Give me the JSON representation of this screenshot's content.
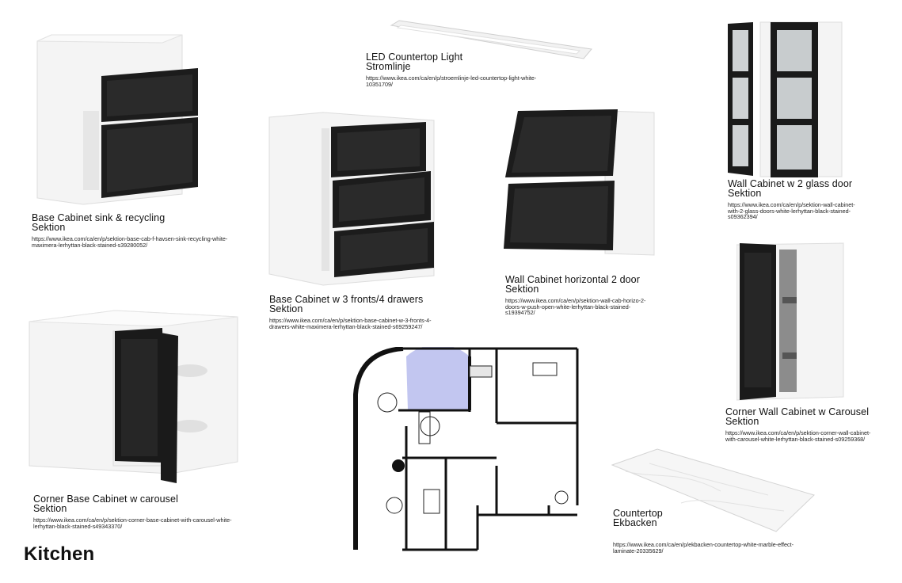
{
  "page": {
    "heading": "Kitchen"
  },
  "items": [
    {
      "id": "base-sink",
      "title1": "Base Cabinet sink & recycling",
      "title2": "Sektion",
      "url": "https://www.ikea.com/ca/en/p/sektion-base-cab-f-havsen-sink-recycling-white-maximera-lerhyttan-black-stained-s39280052/"
    },
    {
      "id": "led",
      "title1": "LED Countertop Light",
      "title2": "Stromlinje",
      "url": "https://www.ikea.com/ca/en/p/stroemlinje-led-countertop-light-white-10351709/"
    },
    {
      "id": "base-drawers",
      "title1": "Base Cabinet w 3 fronts/4 drawers",
      "title2": "Sektion",
      "url": "https://www.ikea.com/ca/en/p/sektion-base-cabinet-w-3-fronts-4-drawers-white-maximera-lerhyttan-black-stained-s69259247/"
    },
    {
      "id": "wall-horiz",
      "title1": "Wall Cabinet horizontal 2 door",
      "title2": "Sektion",
      "url": "https://www.ikea.com/ca/en/p/sektion-wall-cab-horizo-2-doors-w-push-open-white-lerhyttan-black-stained-s19394752/"
    },
    {
      "id": "wall-glass",
      "title1": "Wall Cabinet w 2 glass door",
      "title2": "Sektion",
      "url": "https://www.ikea.com/ca/en/p/sektion-wall-cabinet-with-2-glass-doors-white-lerhyttan-black-stained-s09362394/"
    },
    {
      "id": "corner-wall",
      "title1": "Corner Wall Cabinet w Carousel",
      "title2": "Sektion",
      "url": "https://www.ikea.com/ca/en/p/sektion-corner-wall-cabinet-with-carousel-white-lerhyttan-black-stained-s09259368/"
    },
    {
      "id": "corner-base",
      "title1": "Corner Base Cabinet w carousel",
      "title2": "Sektion",
      "url": "https://www.ikea.com/ca/en/p/sektion-corner-base-cabinet-with-carousel-white-lerhyttan-black-stained-s49343370/"
    },
    {
      "id": "countertop",
      "title1": "Countertop",
      "title2": "Ekbacken",
      "url": "https://www.ikea.com/ca/en/p/ekbacken-countertop-white-marble-effect-laminate-20335629/"
    }
  ],
  "floorplan": {
    "tag": "floorplan",
    "highlight_color": "#b3b8ec"
  }
}
